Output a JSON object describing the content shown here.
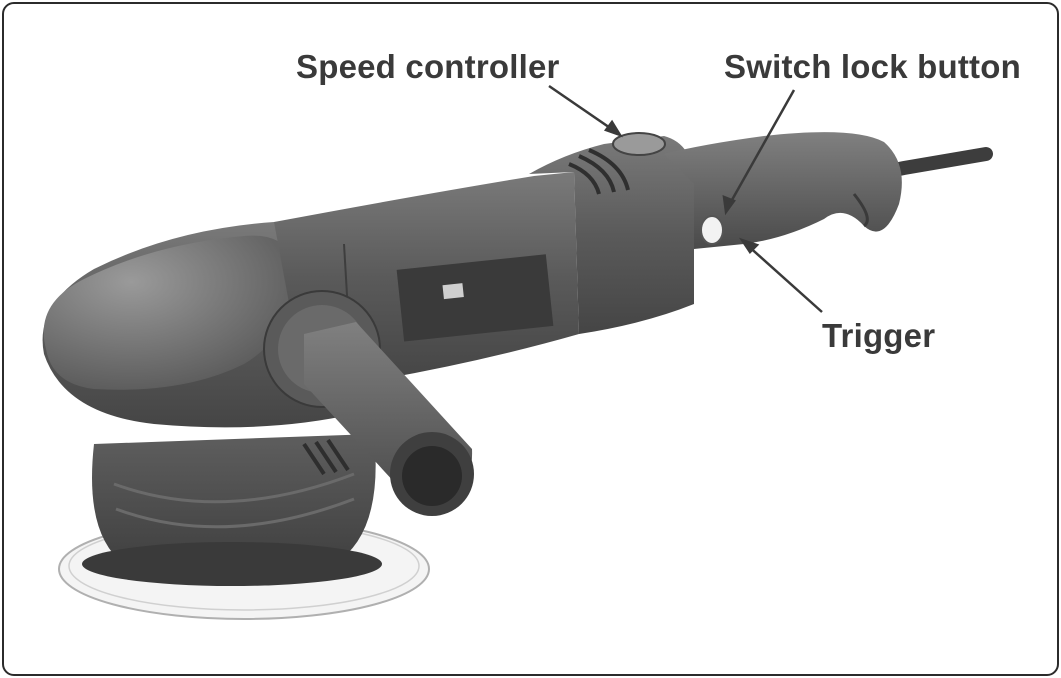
{
  "figure": {
    "callouts": {
      "speed_controller": "Speed controller",
      "switch_lock_button": "Switch lock button",
      "trigger": "Trigger"
    }
  },
  "colors": {
    "frame": "#2b2b2b",
    "body_dark": "#555555",
    "body_mid": "#6e6e6e",
    "body_light": "#8c8c8c",
    "label_text": "#3a3a3a"
  },
  "icons": [
    "polisher-illustration",
    "leader-arrow"
  ]
}
